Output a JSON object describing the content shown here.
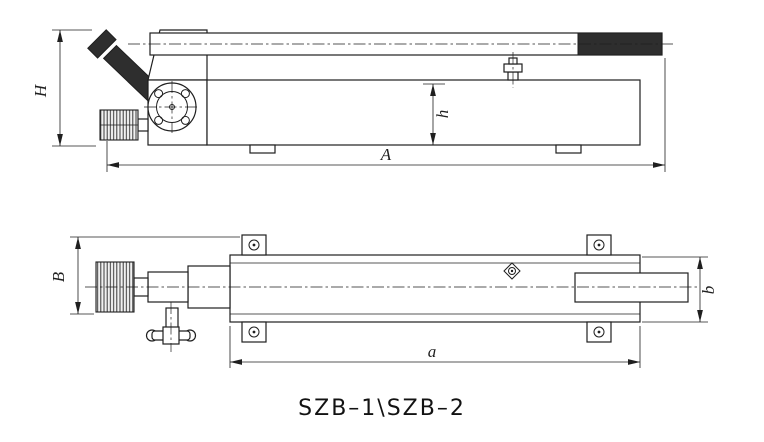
{
  "title": "SZB–1\\SZB–2",
  "views": {
    "side": {
      "dim_overall_height": "H",
      "dim_body_height": "h",
      "dim_overall_length": "A"
    },
    "plan": {
      "dim_overall_width": "B",
      "dim_handle_width": "b",
      "dim_base_length": "a"
    }
  },
  "colors": {
    "line": "#1f1f1f",
    "dark_fill": "#2e2e2e",
    "background": "#ffffff"
  }
}
